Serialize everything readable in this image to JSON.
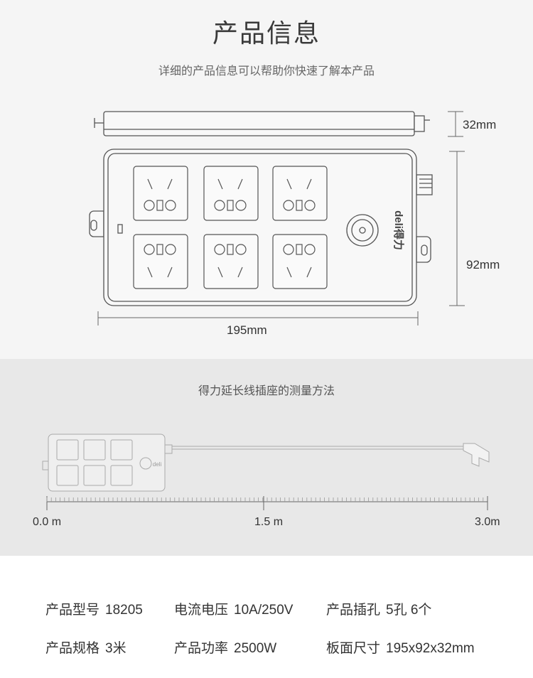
{
  "header": {
    "title": "产品信息",
    "subtitle": "详细的产品信息可以帮助你快速了解本产品"
  },
  "diagram": {
    "height_label": "32mm",
    "width_label": "92mm",
    "length_label": "195mm",
    "brand_text": "deli得力"
  },
  "measurement": {
    "title": "得力延长线插座的测量方法",
    "scale_labels": [
      "0.0 m",
      "1.5 m",
      "3.0m"
    ]
  },
  "specs": [
    {
      "label": "产品型号",
      "value": "18205"
    },
    {
      "label": "电流电压",
      "value": "10A/250V"
    },
    {
      "label": "产品插孔",
      "value": "5孔 6个"
    },
    {
      "label": "产品规格",
      "value": "3米"
    },
    {
      "label": "产品功率",
      "value": "2500W"
    },
    {
      "label": "板面尺寸",
      "value": "195x92x32mm"
    }
  ]
}
